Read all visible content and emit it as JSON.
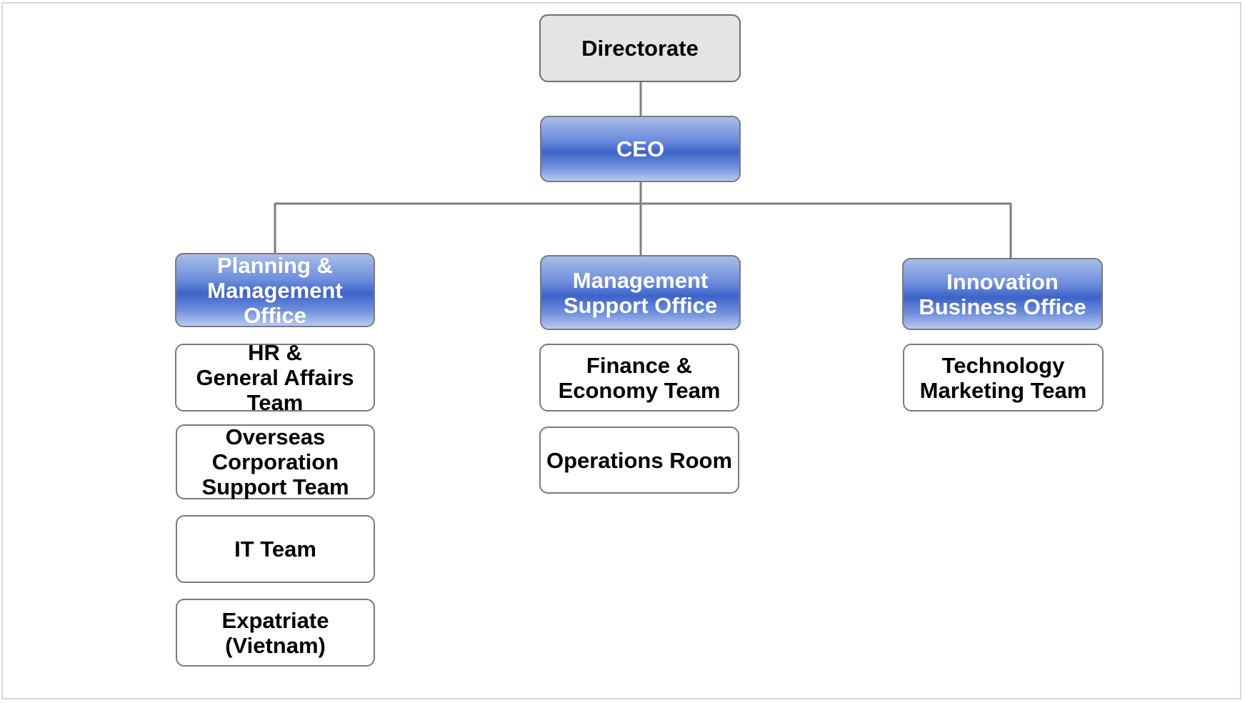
{
  "chart": {
    "top": {
      "label": "Directorate"
    },
    "ceo": {
      "label": "CEO"
    },
    "offices": [
      {
        "label": "Planning &\nManagement\nOffice",
        "teams": [
          "HR &\nGeneral Affairs\nTeam",
          "Overseas\nCorporation\nSupport Team",
          "IT Team",
          "Expatriate\n(Vietnam)"
        ]
      },
      {
        "label": "Management\nSupport Office",
        "teams": [
          "Finance &\nEconomy Team",
          "Operations Room"
        ]
      },
      {
        "label": "Innovation\nBusiness Office",
        "teams": [
          "Technology\nMarketing Team"
        ]
      }
    ]
  },
  "colors": {
    "connector": "#7f7f7f",
    "grey_box": "#e4e4e4",
    "blue_box": "#3d63c9",
    "box_border": "#7a7a7a"
  }
}
